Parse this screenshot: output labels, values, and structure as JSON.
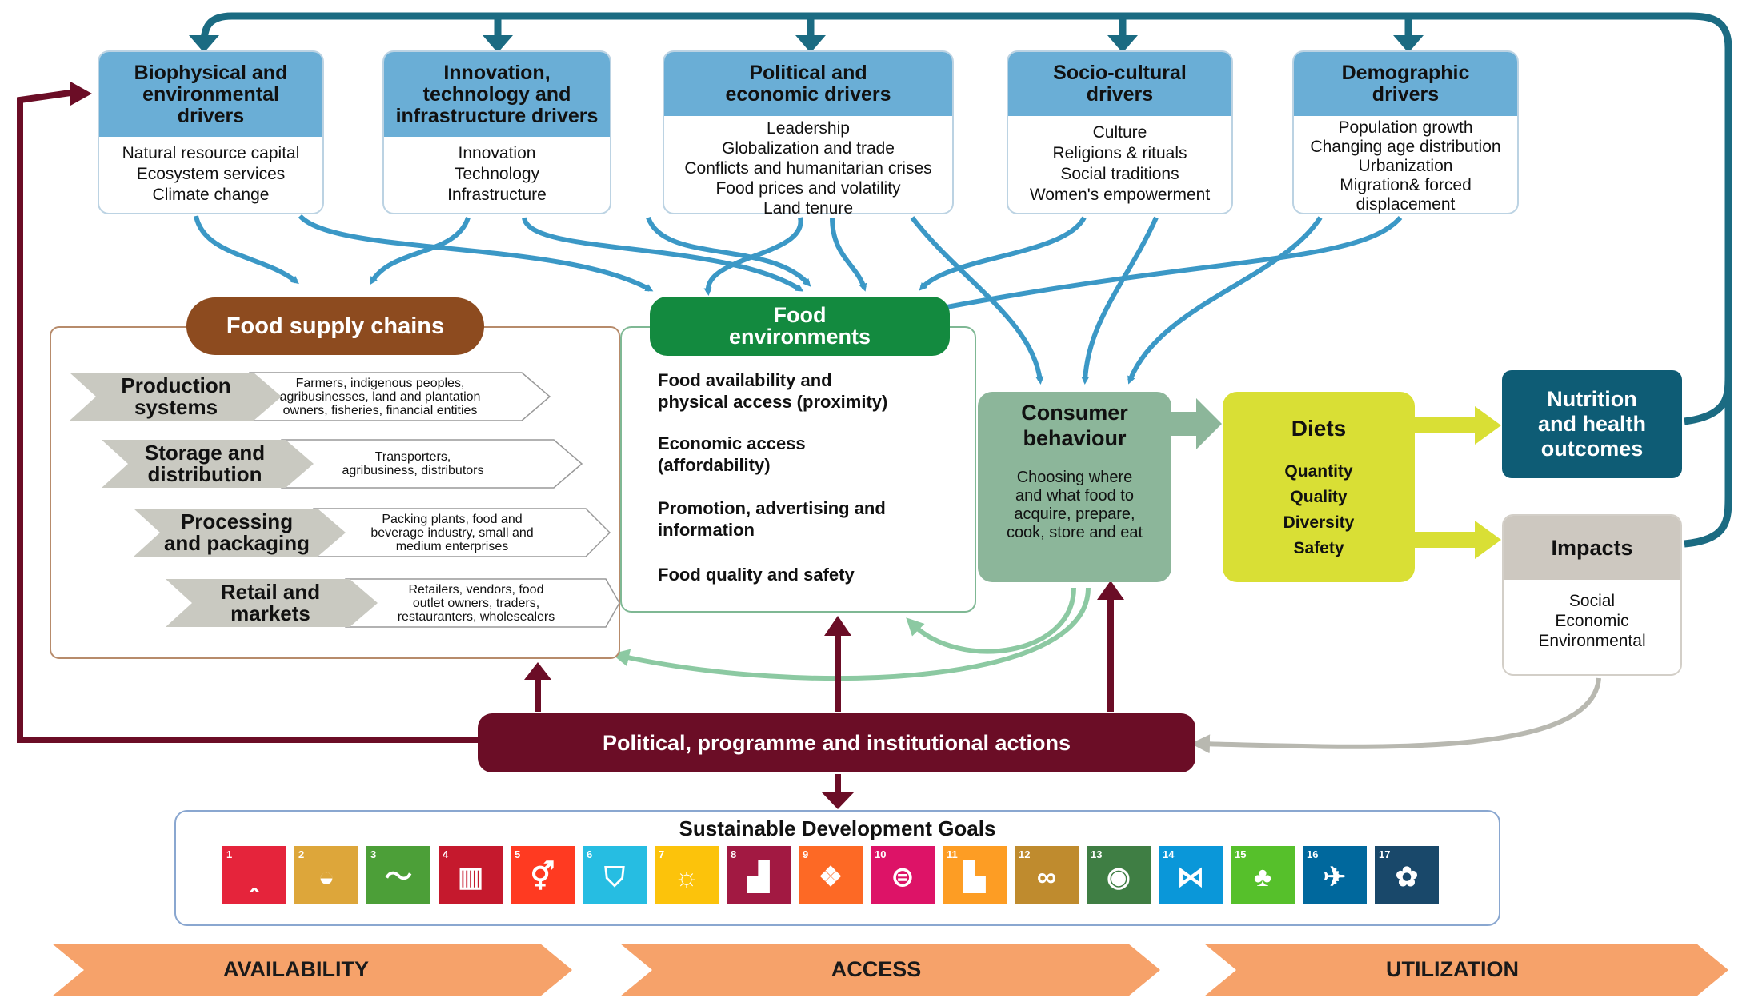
{
  "drivers": [
    {
      "title": "Biophysical and environmental drivers",
      "title_lines": [
        "Biophysical and",
        "environmental",
        "drivers"
      ],
      "items": [
        "Natural resource capital",
        "Ecosystem services",
        "Climate change"
      ]
    },
    {
      "title_lines": [
        "Innovation,",
        "technology and",
        "infrastructure drivers"
      ],
      "items": [
        "Innovation",
        "Technology",
        "Infrastructure"
      ]
    },
    {
      "title_lines": [
        "Political and",
        "economic drivers"
      ],
      "items": [
        "Leadership",
        "Globalization and trade",
        "Conflicts and humanitarian crises",
        "Food prices and volatility",
        "Land tenure"
      ]
    },
    {
      "title_lines": [
        "Socio-cultural",
        "drivers"
      ],
      "items": [
        "Culture",
        "Religions & rituals",
        "Social traditions",
        "Women's empowerment"
      ]
    },
    {
      "title_lines": [
        "Demographic",
        "drivers"
      ],
      "items": [
        "Population growth",
        "Changing age distribution",
        "Urbanization",
        "Migration& forced",
        "displacement"
      ]
    }
  ],
  "supply_chains": {
    "title": "Food supply chains",
    "stages": [
      {
        "label_lines": [
          "Production",
          "systems"
        ],
        "desc_lines": [
          "Farmers, indigenous peoples,",
          "agribusinesses, land and plantation",
          "owners, fisheries, financial entities"
        ]
      },
      {
        "label_lines": [
          "Storage and",
          "distribution"
        ],
        "desc_lines": [
          "Transporters,",
          "agribusiness, distributors"
        ]
      },
      {
        "label_lines": [
          "Processing",
          "and packaging"
        ],
        "desc_lines": [
          "Packing plants, food and",
          "beverage industry, small and",
          "medium enterprises"
        ]
      },
      {
        "label_lines": [
          "Retail and",
          "markets"
        ],
        "desc_lines": [
          "Retailers, vendors, food",
          "outlet owners, traders,",
          "restauranters, wholesealers"
        ]
      }
    ]
  },
  "food_environments": {
    "title_lines": [
      "Food",
      "environments"
    ],
    "items": [
      [
        "Food availability and",
        "physical access (proximity)"
      ],
      [
        "Economic access",
        "(affordability)"
      ],
      [
        "Promotion, advertising and",
        "information"
      ],
      [
        "Food quality and safety"
      ]
    ]
  },
  "consumer_behaviour": {
    "title_lines": [
      "Consumer",
      "behaviour"
    ],
    "desc_lines": [
      "Choosing where",
      "and what food to",
      "acquire, prepare,",
      "cook, store and eat"
    ]
  },
  "diets": {
    "title": "Diets",
    "items": [
      "Quantity",
      "Quality",
      "Diversity",
      "Safety"
    ]
  },
  "nutrition": {
    "title_lines": [
      "Nutrition",
      "and health",
      "outcomes"
    ]
  },
  "impacts": {
    "title": "Impacts",
    "items": [
      "Social",
      "Economic",
      "Environmental"
    ]
  },
  "actions": {
    "label": "Political, programme and institutional actions"
  },
  "sdg": {
    "title": "Sustainable Development Goals",
    "goals": [
      {
        "n": "1",
        "icon": "people-icon",
        "sym": "ꞈ",
        "color": "#e5243b"
      },
      {
        "n": "2",
        "icon": "bowl-icon",
        "sym": "◒",
        "color": "#dda63a"
      },
      {
        "n": "3",
        "icon": "heartbeat-icon",
        "sym": "〜",
        "color": "#4c9f38"
      },
      {
        "n": "4",
        "icon": "book-icon",
        "sym": "▥",
        "color": "#c5192d"
      },
      {
        "n": "5",
        "icon": "gender-icon",
        "sym": "⚥",
        "color": "#ff3a21"
      },
      {
        "n": "6",
        "icon": "water-icon",
        "sym": "⛉",
        "color": "#26bde2"
      },
      {
        "n": "7",
        "icon": "sun-icon",
        "sym": "☼",
        "color": "#fcc30b"
      },
      {
        "n": "8",
        "icon": "growth-chart-icon",
        "sym": "▟",
        "color": "#a21942"
      },
      {
        "n": "9",
        "icon": "cubes-icon",
        "sym": "❖",
        "color": "#fd6925"
      },
      {
        "n": "10",
        "icon": "equality-icon",
        "sym": "⊜",
        "color": "#dd1367"
      },
      {
        "n": "11",
        "icon": "city-icon",
        "sym": "▙",
        "color": "#fd9d24"
      },
      {
        "n": "12",
        "icon": "infinity-icon",
        "sym": "∞",
        "color": "#bf8b2e"
      },
      {
        "n": "13",
        "icon": "eye-icon",
        "sym": "◉",
        "color": "#3f7e44"
      },
      {
        "n": "14",
        "icon": "fish-icon",
        "sym": "⋈",
        "color": "#0a97d9"
      },
      {
        "n": "15",
        "icon": "tree-icon",
        "sym": "♣",
        "color": "#56c02b"
      },
      {
        "n": "16",
        "icon": "dove-icon",
        "sym": "✈",
        "color": "#00689d"
      },
      {
        "n": "17",
        "icon": "flower-icon",
        "sym": "✿",
        "color": "#19486a"
      }
    ]
  },
  "bands": [
    "AVAILABILITY",
    "ACCESS",
    "UTILIZATION"
  ],
  "colors": {
    "driver_header": "#6aaed6",
    "driver_arrows": "#3b98c6",
    "top_loop": "#1b6b82",
    "supply_chains": "#8d4b1f",
    "food_environments": "#138a3f",
    "consumer_behaviour": "#8cb69a",
    "diets": "#d9df35",
    "nutrition": "#0e5c75",
    "impacts_header": "#cdc8c0",
    "actions": "#6b0d26",
    "band": "#f6a26a"
  }
}
